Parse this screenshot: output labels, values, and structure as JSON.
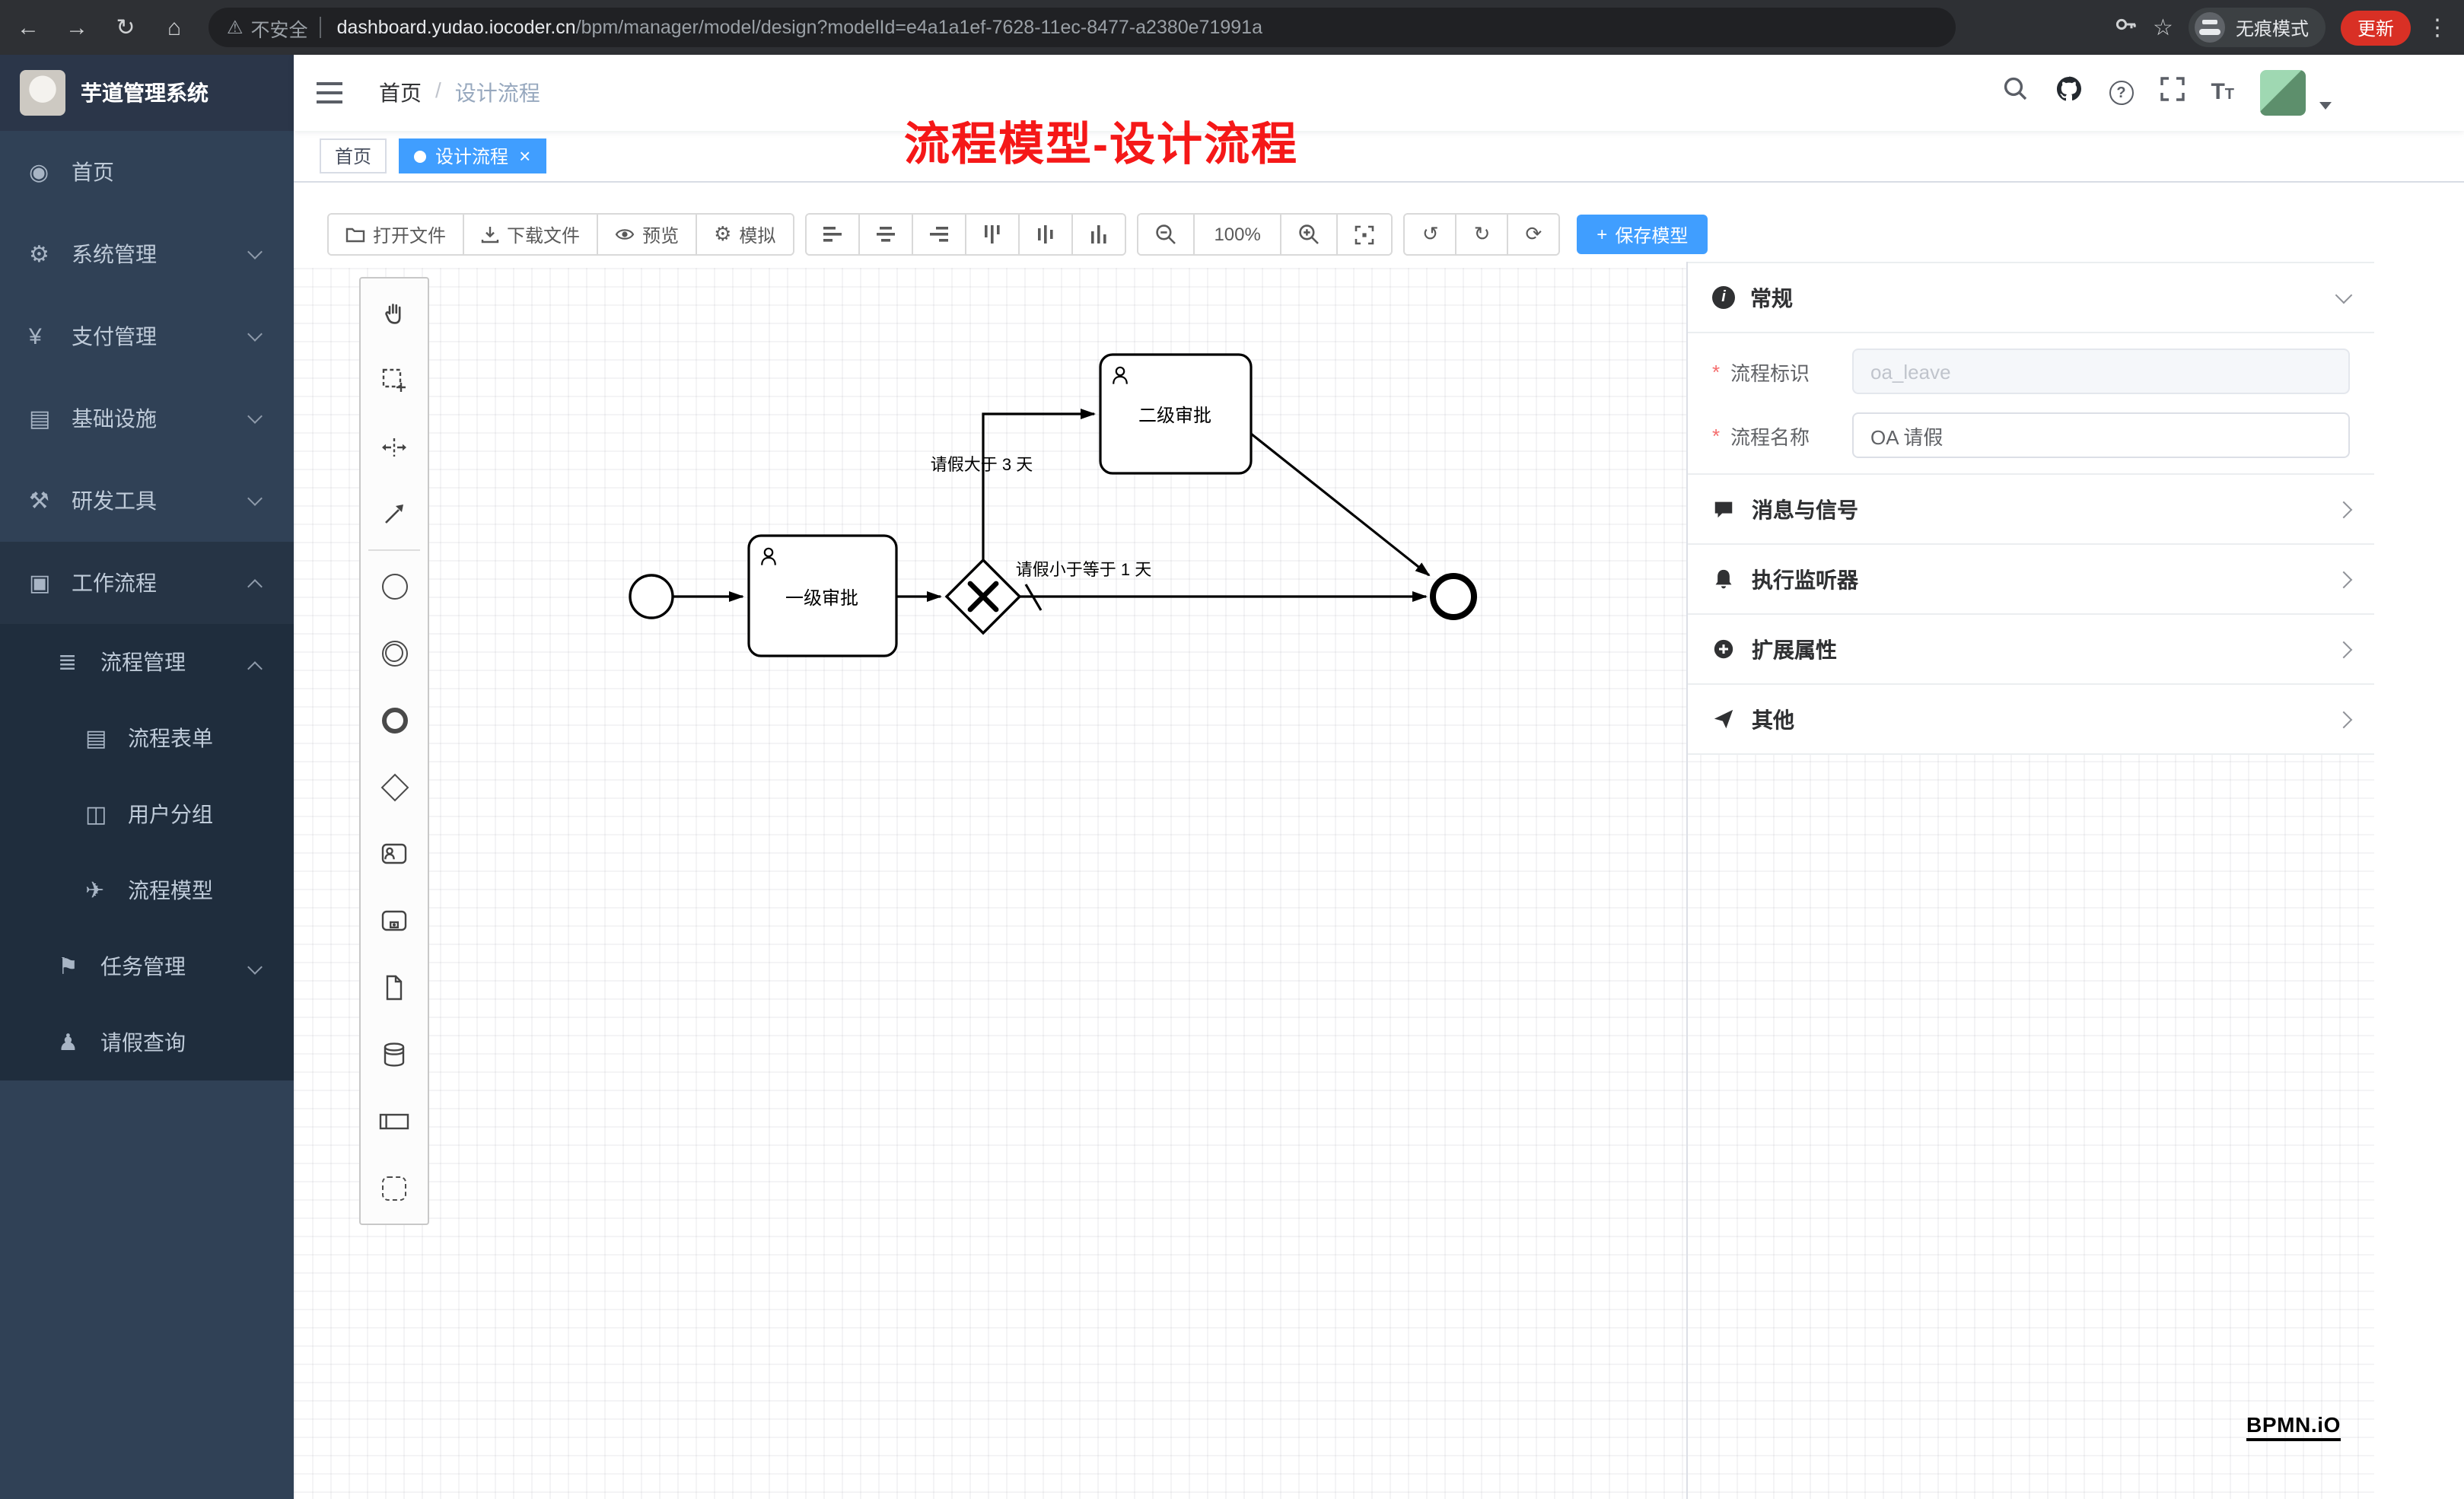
{
  "browser": {
    "security_label": "不安全",
    "url_domain": "dashboard.yudao.iocoder.cn",
    "url_path": "/bpm/manager/model/design?modelId=e4a1a1ef-7628-11ec-8477-a2380e71991a",
    "incognito_label": "无痕模式",
    "update_label": "更新"
  },
  "icons": {
    "back": "←",
    "forward": "→",
    "reload": "↻",
    "home": "⌂",
    "warning": "⚠",
    "star": "☆",
    "dots": "⋮",
    "undo": "↺",
    "redo": "↻",
    "reset": "⟳",
    "gear": "⚙",
    "plus": "+",
    "close": "×",
    "question": "?",
    "font_large": "T",
    "font_small": "T"
  },
  "sidebar": {
    "logo_title": "芋道管理系统",
    "items": [
      {
        "label": "首页",
        "icon": "◉"
      },
      {
        "label": "系统管理",
        "icon": "⚙"
      },
      {
        "label": "支付管理",
        "icon": "¥"
      },
      {
        "label": "基础设施",
        "icon": "▤"
      },
      {
        "label": "研发工具",
        "icon": "⚒"
      },
      {
        "label": "工作流程",
        "icon": "▣"
      },
      {
        "label": "流程管理",
        "icon": "≣"
      },
      {
        "label": "流程表单",
        "icon": "▤"
      },
      {
        "label": "用户分组",
        "icon": "◫"
      },
      {
        "label": "流程模型",
        "icon": "✈"
      },
      {
        "label": "任务管理",
        "icon": "⚑"
      },
      {
        "label": "请假查询",
        "icon": "♟"
      }
    ]
  },
  "navbar": {
    "breadcrumb_home": "首页",
    "breadcrumb_sep": "/",
    "breadcrumb_current": "设计流程"
  },
  "tags": {
    "home": "首页",
    "active": "设计流程"
  },
  "annotation": "流程模型-设计流程",
  "toolbar": {
    "open": "打开文件",
    "download": "下载文件",
    "preview": "预览",
    "simulate": "模拟",
    "zoom_level": "100%",
    "save": "保存模型"
  },
  "diagram": {
    "task_first": "一级审批",
    "task_second": "二级审批",
    "condition_gt": "请假大于 3 天",
    "condition_le": "请假小于等于 1 天"
  },
  "panel": {
    "general_title": "常规",
    "required_mark": "*",
    "key_label": "流程标识",
    "key_value": "oa_leave",
    "name_label": "流程名称",
    "name_value": "OA 请假",
    "section_message": "消息与信号",
    "section_listener": "执行监听器",
    "section_extension": "扩展属性",
    "section_other": "其他"
  },
  "watermark": "BPMN.iO"
}
